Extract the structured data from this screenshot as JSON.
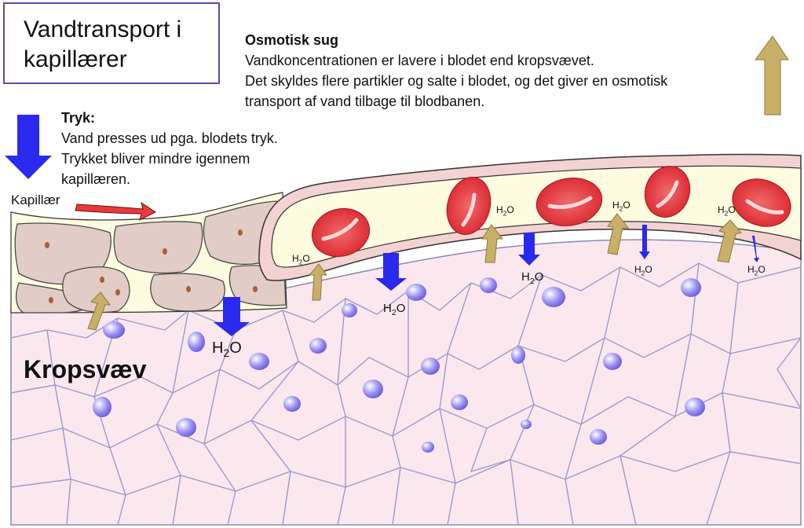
{
  "title": {
    "line1": "Vandtransport i",
    "line2": "kapillærer"
  },
  "osmotic": {
    "heading": "Osmotisk sug",
    "lines": [
      "Vandkoncentrationen er lavere i blodet end kropsvævet.",
      "Det skyldes flere partikler og salte i blodet, og det giver en osmotisk",
      "transport af vand tilbage til blodbanen."
    ]
  },
  "pressure": {
    "heading": "Tryk:",
    "lines": [
      "Vand presses ud pga. blodets tryk.",
      "Trykket bliver mindre igennem",
      "kapillæren."
    ]
  },
  "labels": {
    "capillary": "Kapillær",
    "tissue": "Kropsvæv"
  },
  "water": {
    "h": "H",
    "sub": "2",
    "o": "O"
  },
  "colors": {
    "pressure_arrow": "#2a2aee",
    "osmotic_arrow": "#c8b066",
    "flow_arrow": "#e83a3a",
    "red_cell": "#e8343c",
    "tissue_fill": "#fbe8ef",
    "tissue_nucleus": "#8a7ee0",
    "plasma": "#fdfbe0",
    "vessel_wall": "#f3d2d2",
    "left_cells": "#e2cdc6"
  }
}
